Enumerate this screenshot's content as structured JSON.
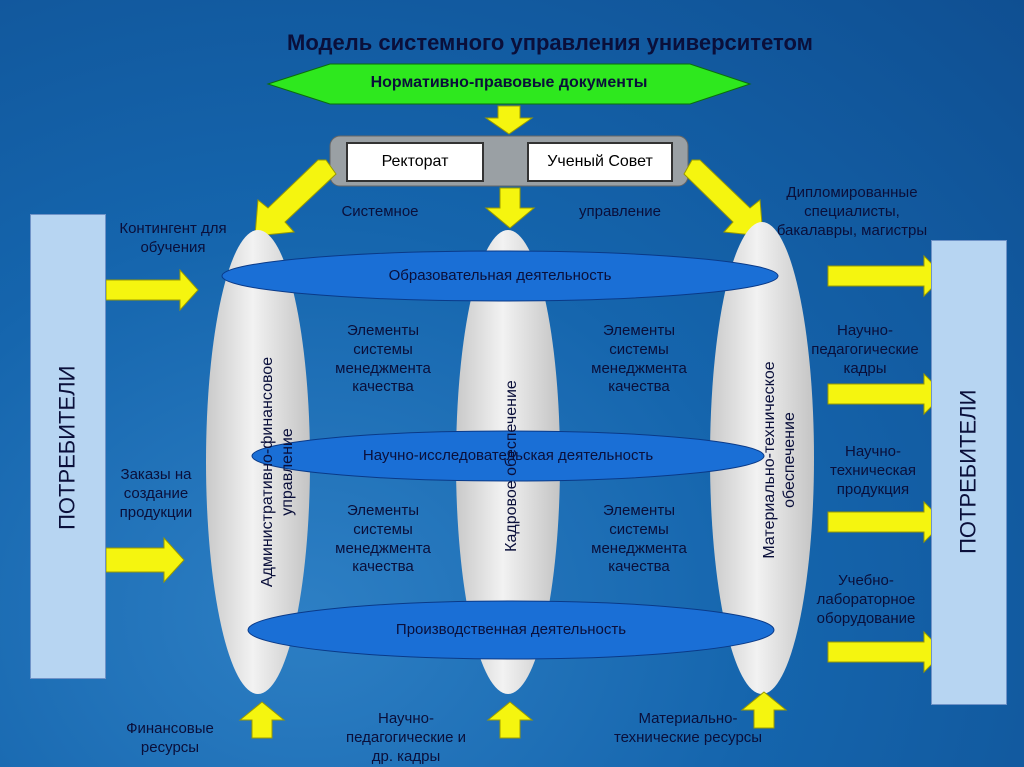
{
  "title": "Модель системного управления университетом",
  "top_banner": "Нормативно-правовые документы",
  "management": {
    "rectorate": "Ректорат",
    "academic_council": "Ученый Совет"
  },
  "system_label_left": "Системное",
  "system_label_right": "управление",
  "activities": {
    "educational": "Образовательная деятельность",
    "research": "Научно-исследовательская деятельность",
    "production": "Производственная деятельность"
  },
  "pillars": {
    "left": "Административно-финансовое управление",
    "center": "Кадровое обеспечение",
    "right": "Материально-техническое обеспечение"
  },
  "quality_elements": "Элементы системы менеджмента качества",
  "consumers": "ПОТРЕБИТЕЛИ",
  "inputs_left": {
    "contingent": "Контингент для обучения",
    "orders": "Заказы на создание продукции"
  },
  "outputs_right": {
    "graduates": "Дипломированные специалисты, бакалавры, магистры",
    "staff": "Научно-педагогические кадры",
    "products": "Научно-техническая продукция",
    "equipment": "Учебно-лабораторное оборудование"
  },
  "resources_bottom": {
    "financial": "Финансовые ресурсы",
    "personnel": "Научно-педагогические и др. кадры",
    "material": "Материально-технические ресурсы"
  },
  "colors": {
    "background": "#1565ad",
    "banner": "#2ee81e",
    "arrow": "#f5f50f",
    "activity_ellipse": "#1a6fd6",
    "pillar": "#e4e4e4",
    "consumer_box": "#b7d5f2"
  }
}
